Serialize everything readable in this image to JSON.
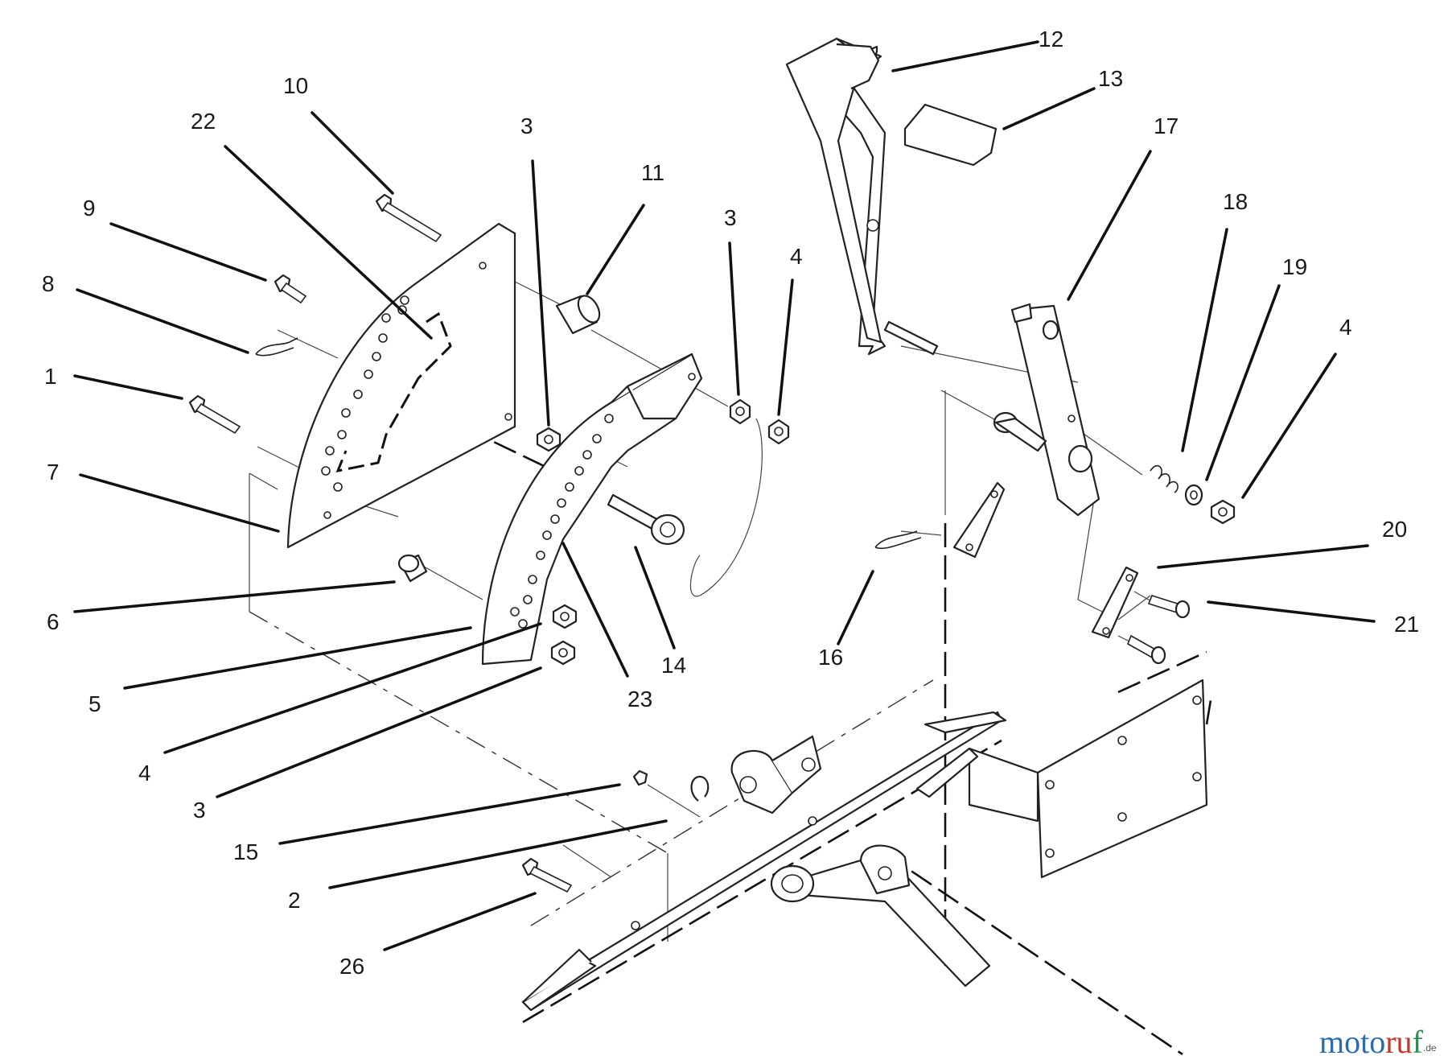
{
  "diagram": {
    "callouts": [
      {
        "id": "c1",
        "label": "1"
      },
      {
        "id": "c2",
        "label": "2"
      },
      {
        "id": "c3a",
        "label": "3"
      },
      {
        "id": "c3b",
        "label": "3"
      },
      {
        "id": "c3c",
        "label": "3"
      },
      {
        "id": "c4a",
        "label": "4"
      },
      {
        "id": "c4b",
        "label": "4"
      },
      {
        "id": "c4c",
        "label": "4"
      },
      {
        "id": "c5",
        "label": "5"
      },
      {
        "id": "c6",
        "label": "6"
      },
      {
        "id": "c7",
        "label": "7"
      },
      {
        "id": "c8",
        "label": "8"
      },
      {
        "id": "c9",
        "label": "9"
      },
      {
        "id": "c10",
        "label": "10"
      },
      {
        "id": "c11",
        "label": "11"
      },
      {
        "id": "c12",
        "label": "12"
      },
      {
        "id": "c13",
        "label": "13"
      },
      {
        "id": "c14",
        "label": "14"
      },
      {
        "id": "c15",
        "label": "15"
      },
      {
        "id": "c16",
        "label": "16"
      },
      {
        "id": "c17",
        "label": "17"
      },
      {
        "id": "c18",
        "label": "18"
      },
      {
        "id": "c19",
        "label": "19"
      },
      {
        "id": "c20",
        "label": "20"
      },
      {
        "id": "c21",
        "label": "21"
      },
      {
        "id": "c22",
        "label": "22"
      },
      {
        "id": "c23",
        "label": "23"
      },
      {
        "id": "c26",
        "label": "26"
      }
    ]
  },
  "watermark": {
    "part1": "moto",
    "part2": "ru",
    "part3": "f",
    "suffix": ".de"
  },
  "colors": {
    "watermark_blue": "#2b6cb0",
    "watermark_red": "#c0392b",
    "watermark_green": "#2e8b57"
  }
}
